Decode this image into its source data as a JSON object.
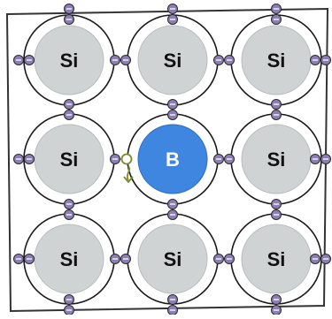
{
  "diagram": {
    "atoms": [
      {
        "label": "Si",
        "kind": "host"
      },
      {
        "label": "Si",
        "kind": "host"
      },
      {
        "label": "Si",
        "kind": "host"
      },
      {
        "label": "Si",
        "kind": "host"
      },
      {
        "label": "B",
        "kind": "dopant"
      },
      {
        "label": "Si",
        "kind": "host"
      },
      {
        "label": "Si",
        "kind": "host"
      },
      {
        "label": "Si",
        "kind": "host"
      },
      {
        "label": "Si",
        "kind": "host"
      }
    ],
    "colors": {
      "host_fill": "#cfd3d3",
      "dopant_fill": "#3f86e0",
      "orbit_stroke": "#1a1a1a",
      "electron_fill": "#8b7fb3",
      "hole_color": "#7a8a2a",
      "frame": "#333333"
    },
    "icons": {
      "electron": "electron-dot-icon",
      "hole": "hole-circle-icon",
      "arrow": "arrow-down-icon"
    }
  }
}
